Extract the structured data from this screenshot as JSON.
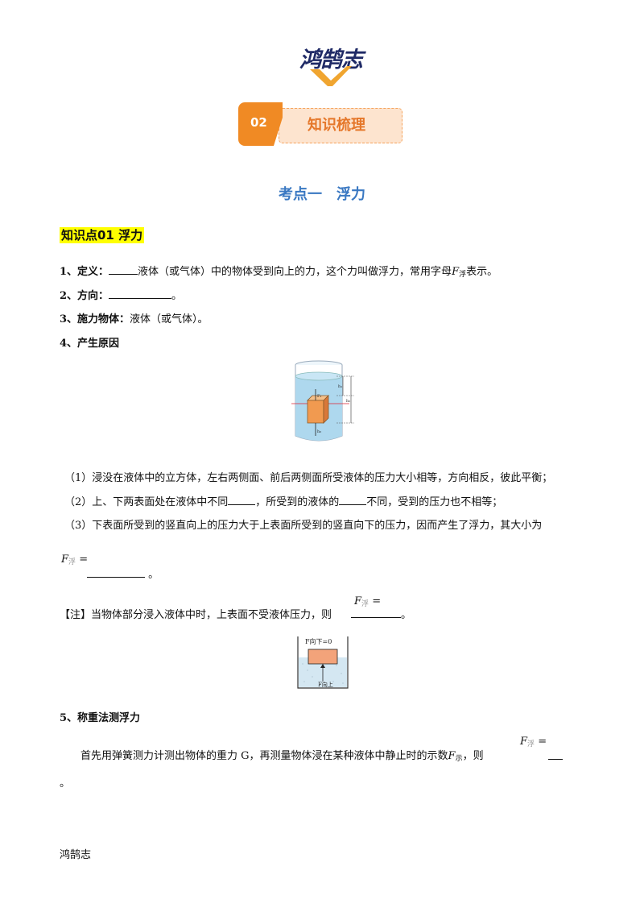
{
  "logo": {
    "text": "鸿鹄志"
  },
  "badge": {
    "number": "02",
    "label": "知识梳理"
  },
  "section_title": "考点一　浮力",
  "knowledge_point": {
    "heading": "知识点01 浮力"
  },
  "items": {
    "def_label": "1、定义：",
    "def_text": "液体（或气体）中的物体受到向上的力，这个力叫做浮力，常用字母",
    "def_symbol": "F",
    "def_symbol_sub": "浮",
    "def_end": "表示。",
    "dir_label": "2、方向：",
    "dir_end": "。",
    "agent_label": "3、施力物体：",
    "agent_text": "液体（或气体）。",
    "cause_label": "4、产生原因"
  },
  "cube_figure": {
    "labels": [
      "F₁",
      "h₁",
      "h₂",
      "h₂"
    ]
  },
  "reasons": {
    "r1": "（1）浸没在液体中的立方体，左右两侧面、前后两侧面所受液体的压力大小相等，方向相反，彼此平衡；",
    "r2_a": "（2）上、下两表面处在液体中不同",
    "r2_b": "，所受到的液体的",
    "r2_c": "不同，受到的压力也不相等；",
    "r3": "（3）下表面所受到的竖直向上的压力大于上表面所受到的竖直向下的压力，因而产生了浮力，其大小为",
    "formula_symbol": "F",
    "formula_sub": "浮",
    "formula_eq": "=",
    "formula_end": "。"
  },
  "note": {
    "text": "【注】当物体部分浸入液体中时，上表面不受液体压力，则",
    "symbol": "F",
    "sub": "浮",
    "eq": "=",
    "end": "。"
  },
  "float_figure": {
    "top_label": "F向下=0",
    "bottom_label": "F向上"
  },
  "weighing": {
    "label": "5、称重法测浮力",
    "text": "首先用弹簧测力计测出物体的重力 G，再测量物体浸在某种液体中静止时的示数",
    "symbol_show": "F",
    "symbol_show_sub": "示",
    "then": "，则",
    "symbol": "F",
    "sub": "浮",
    "eq": "=",
    "end": "。"
  },
  "footer": "鸿鹄志"
}
